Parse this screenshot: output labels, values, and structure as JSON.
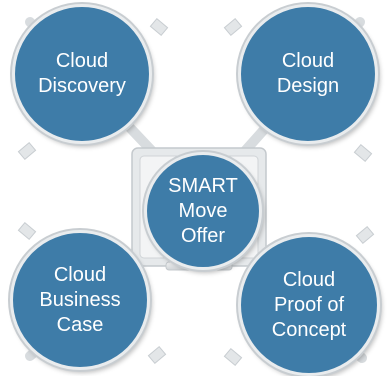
{
  "nodes": {
    "top_left": "Cloud\nDiscovery",
    "top_right": "Cloud\nDesign",
    "bottom_left": "Cloud\nBusiness\nCase",
    "bottom_right": "Cloud\nProof of\nConcept",
    "center": "SMART\nMove\nOffer"
  },
  "colors": {
    "circle_fill": "#3e7ca8",
    "circle_rim": "#e9ecee",
    "frame": "#dfe2e4"
  }
}
